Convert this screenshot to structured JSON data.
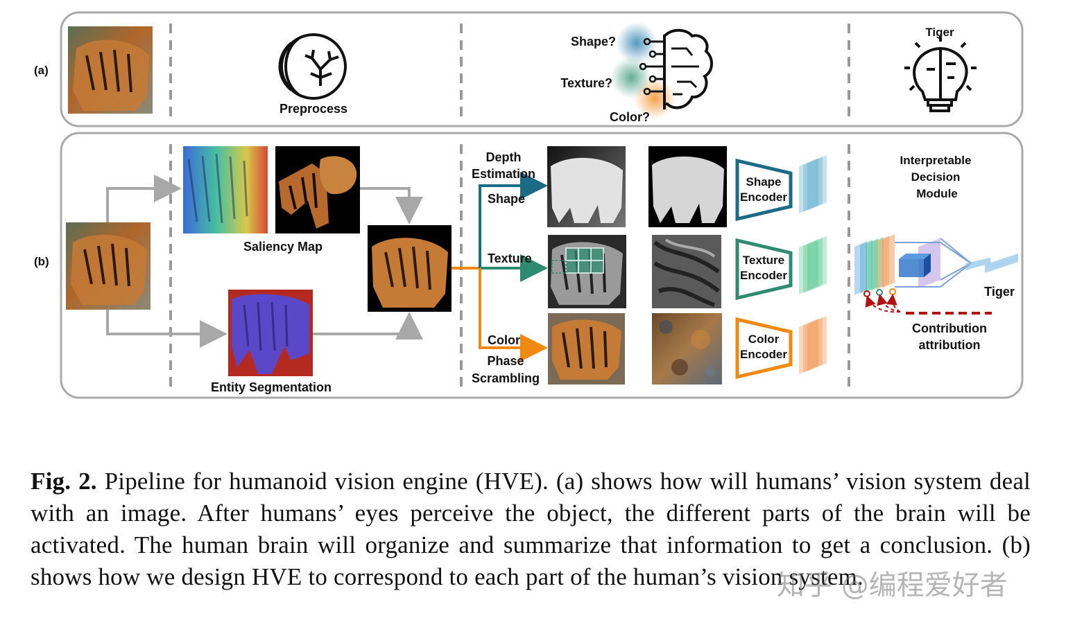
{
  "panel_a": {
    "row_label": "(a)",
    "preprocess_label": "Preprocess",
    "brain_questions": {
      "shape": "Shape?",
      "texture": "Texture?",
      "color": "Color?"
    },
    "result_label": "Tiger",
    "icons": [
      "tiger-photo",
      "eye-icon",
      "brain-icon",
      "lightbulb-icon"
    ]
  },
  "panel_b": {
    "row_label": "(b)",
    "saliency_label": "Saliency Map",
    "segmentation_label": "Entity Segmentation",
    "depth_label_1": "Depth",
    "depth_label_2": "Estimation",
    "branch_shape": "Shape",
    "branch_texture": "Texture",
    "branch_color": "Color",
    "phase_label_1": "Phase",
    "phase_label_2": "Scrambling",
    "encoders": {
      "shape_1": "Shape",
      "shape_2": "Encoder",
      "texture_1": "Texture",
      "texture_2": "Encoder",
      "color_1": "Color",
      "color_2": "Encoder"
    },
    "decision_1": "Interpretable",
    "decision_2": "Decision",
    "decision_3": "Module",
    "output_label": "Tiger",
    "contribution_1": "Contribution",
    "contribution_2": "attribution"
  },
  "colors": {
    "shape": "#1b6a86",
    "texture": "#2e8b6f",
    "color": "#f0890f",
    "contribution": "#b31010",
    "arrow_gray": "#a8a8a8"
  },
  "caption": {
    "fig_label": "Fig. 2.",
    "text": "Pipeline for humanoid vision engine (HVE). (a) shows how will humans’ vision system deal with an image. After humans’ eyes perceive the object, the different parts of the brain will be activated. The human brain will organize and summarize that information to get a conclusion. (b) shows how we design HVE to correspond to each part of the human’s vision system."
  },
  "watermark": "知乎 @编程爱好者"
}
